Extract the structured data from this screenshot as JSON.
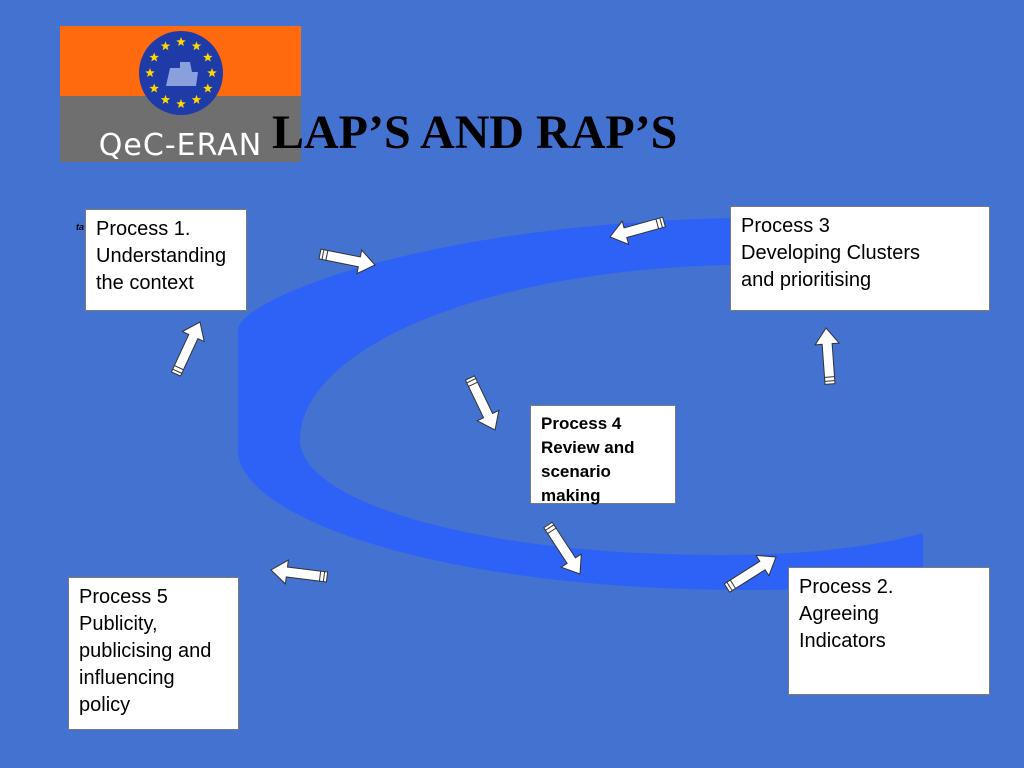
{
  "colors": {
    "background": "#4472D0",
    "cycle_band": "#2E62F7",
    "logo_orange": "#FF6A0E",
    "logo_grey": "#6F6F6F",
    "eu_blue": "#1E3BA8",
    "eu_star": "#FFD700",
    "box_fill": "#FFFFFF",
    "arrow_fill": "#FFFFFF",
    "arrow_outline": "#333333"
  },
  "logo": {
    "text": "QeC-ERAN",
    "icon": "eu-flag-emblem-icon"
  },
  "title": "LAP’S AND RAP’S",
  "stray_text": "ta",
  "processes": {
    "p1": [
      "Process 1.",
      "Understanding",
      "the context"
    ],
    "p2": [
      "Process 2.",
      "Agreeing",
      "Indicators"
    ],
    "p3": [
      "Process 3",
      "Developing Clusters",
      "and prioritising"
    ],
    "p4": [
      "Process 4",
      "Review and",
      "scenario",
      "making"
    ],
    "p5": [
      "Process 5",
      "Publicity,",
      "publicising and",
      "influencing",
      "policy"
    ]
  },
  "arrows": [
    "arrow-icon",
    "arrow-icon",
    "arrow-icon",
    "arrow-icon",
    "arrow-icon",
    "arrow-icon",
    "arrow-icon",
    "arrow-icon"
  ]
}
